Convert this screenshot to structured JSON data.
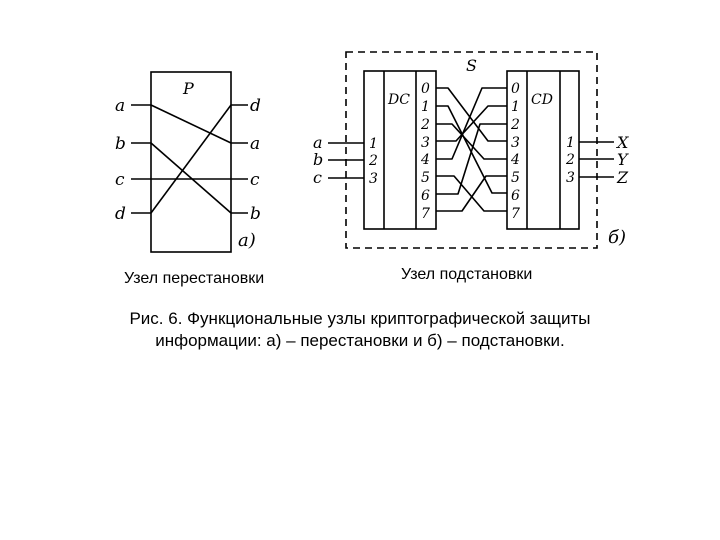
{
  "permutation": {
    "box_label": "P",
    "inputs": [
      "a",
      "b",
      "c",
      "d"
    ],
    "outputs": [
      "d",
      "a",
      "c",
      "b"
    ],
    "sub_label": "а)"
  },
  "substitution": {
    "box_label": "S",
    "decoder_label": "DC",
    "coder_label": "CD",
    "inputs": [
      "a",
      "b",
      "c"
    ],
    "input_numbers": [
      "1",
      "2",
      "3"
    ],
    "internal_numbers": [
      "0",
      "1",
      "2",
      "3",
      "4",
      "5",
      "6",
      "7"
    ],
    "output_numbers": [
      "1",
      "2",
      "3"
    ],
    "outputs": [
      "X",
      "Y",
      "Z"
    ],
    "sub_label": "б)"
  },
  "labels": {
    "permutation_node": "Узел перестановки",
    "substitution_node": "Узел подстановки"
  },
  "caption": {
    "line1": "Рис. 6. Функциональные узлы криптографической защиты",
    "line2": "информации: а) – перестановки и б) – подстановки."
  }
}
